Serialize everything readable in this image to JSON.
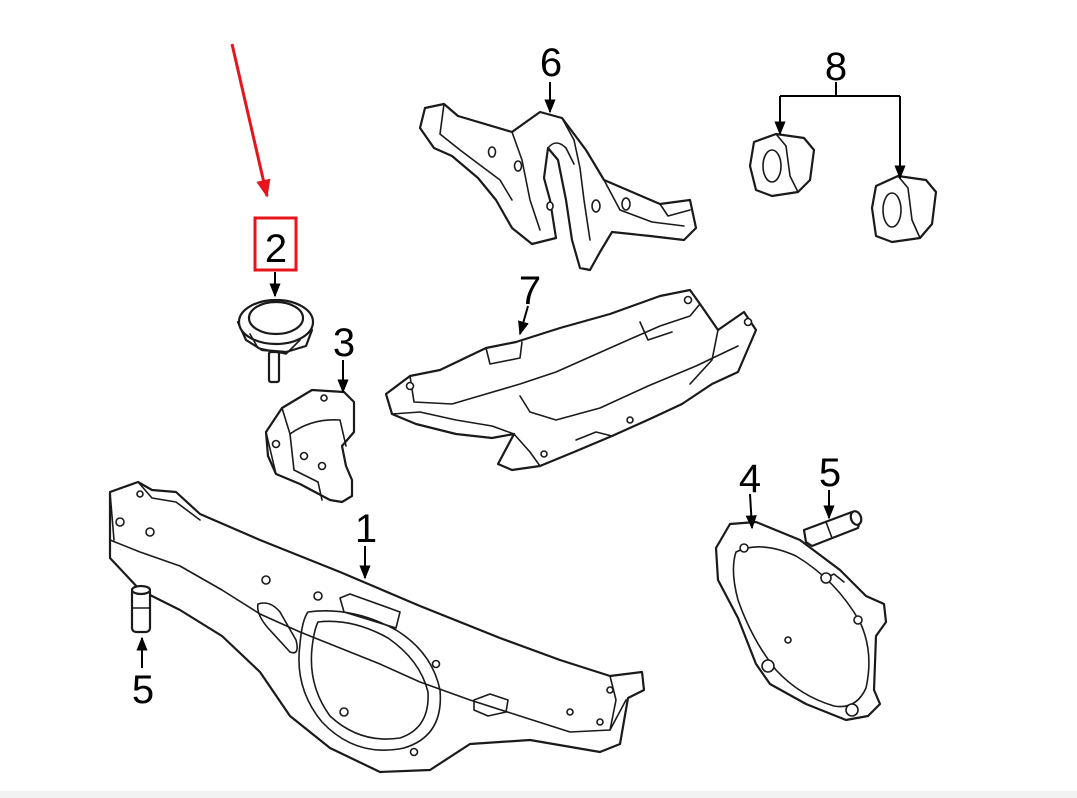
{
  "callouts": {
    "c1": "1",
    "c2": "2",
    "c3": "3",
    "c4": "4",
    "c5a": "5",
    "c5b": "5",
    "c6": "6",
    "c7": "7",
    "c8": "8"
  },
  "colors": {
    "highlight": "#e8141b",
    "line": "#1a1a1a",
    "background": "#ffffff"
  }
}
